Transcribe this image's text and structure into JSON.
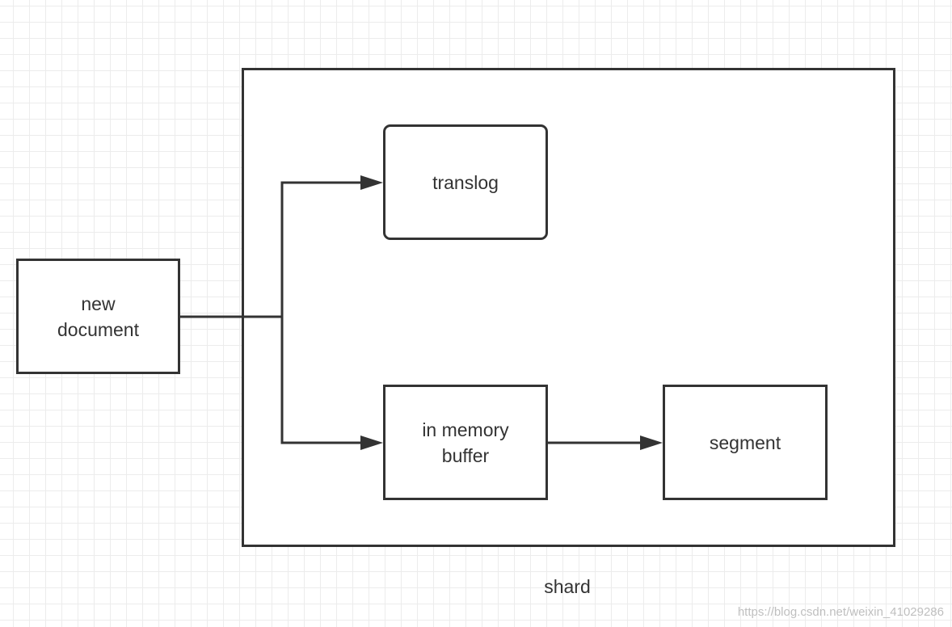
{
  "diagram": {
    "nodes": {
      "new_document": "new\ndocument",
      "translog": "translog",
      "in_memory_buffer": "in memory\nbuffer",
      "segment": "segment"
    },
    "container_label": "shard",
    "edges": [
      {
        "from": "new document",
        "to": "translog"
      },
      {
        "from": "new document",
        "to": "in memory buffer"
      },
      {
        "from": "in memory buffer",
        "to": "segment"
      }
    ],
    "colors": {
      "stroke": "#333333",
      "text": "#333333",
      "grid_minor": "#ececec",
      "grid_major": "#d6d6d6",
      "watermark": "#bfbfbf"
    }
  },
  "watermark": "https://blog.csdn.net/weixin_41029286"
}
